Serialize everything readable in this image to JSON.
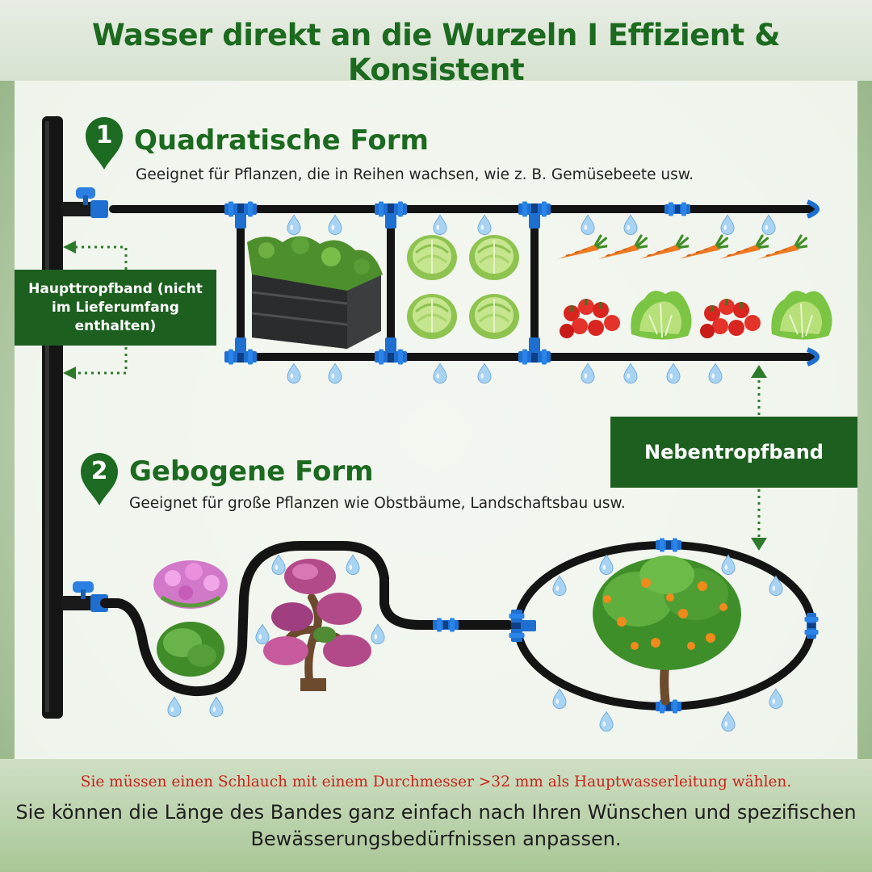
{
  "title": "Wasser direkt an die Wurzeln I Effizient & Konsistent",
  "section1": {
    "number": "1",
    "title": "Quadratische Form",
    "subtitle": "Geeignet für Pflanzen, die in Reihen wachsen, wie z. B. Gemüsebeete usw."
  },
  "section2": {
    "number": "2",
    "title": "Gebogene Form",
    "subtitle": "Geeignet für große Pflanzen wie Obstbäume, Landschaftsbau usw."
  },
  "labels": {
    "main_line": "Haupttropfband (nicht im Lieferumfang enthalten)",
    "branch_line": "Nebentropfband"
  },
  "warning": "Sie müssen einen Schlauch mit einem Durchmesser >32 mm als Hauptwasserleitung wählen.",
  "footer": "Sie können die Länge des Bandes ganz einfach nach Ihren Wünschen und spezifischen Bewässerungsbedürfnissen anpassen.",
  "colors": {
    "brand_green": "#1c6a1f",
    "label_green": "#1d5f1f",
    "warning_red": "#c8251a",
    "pipe_black": "#141414",
    "connector_blue": "#1f6fd0",
    "drop_blue": "#a9d3f3"
  },
  "icons": [
    "location-pin-icon",
    "valve-icon",
    "connector-icon",
    "water-drop-icon",
    "dotted-arrow-icon"
  ]
}
